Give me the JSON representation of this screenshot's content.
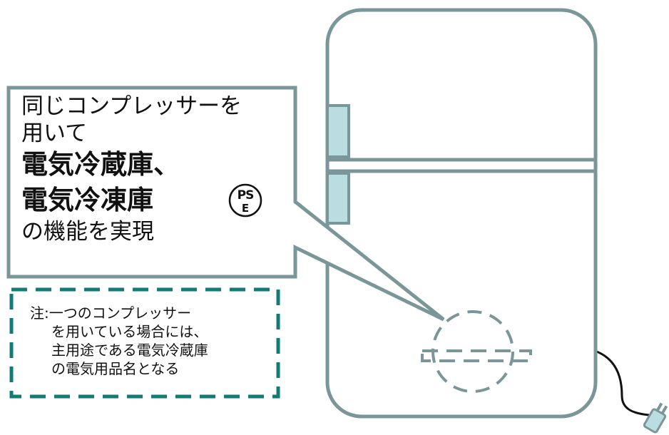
{
  "callout": {
    "line1": "同じコンプレッサーを",
    "line2": "用いて",
    "line3": "電気冷蔵庫、",
    "line4": "電気冷凍庫",
    "line5": "の機能を実現"
  },
  "pse_mark": "PSE",
  "note": {
    "line1": "注:一つのコンプレッサー",
    "line2": "を用いている場合には、",
    "line3": "主用途である電気冷蔵庫",
    "line4": "の電気用品名となる"
  },
  "colors": {
    "outline": "#7a9699",
    "handle_fill": "#b9dde0",
    "note_border": "#137a74",
    "cord": "#111111",
    "plug_fill": "#b9dde0"
  }
}
